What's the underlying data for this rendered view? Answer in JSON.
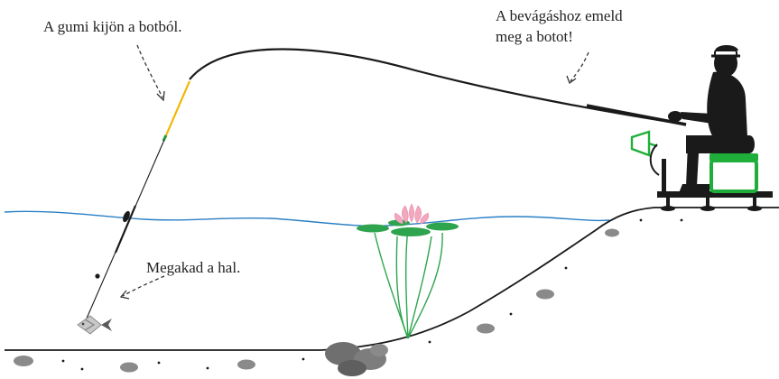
{
  "annotations": {
    "gumi": "A gumi kijön a botból.",
    "bevagas_line1": "A bevágáshoz emeld",
    "bevagas_line2": "meg a botot!",
    "megakad": "Megakad a hal."
  },
  "colors": {
    "water": "#2a7fc4",
    "ground": "#1a1a1a",
    "rod": "#1a1a1a",
    "elastic": "#f2b705",
    "float_tip": "#1f9a3a",
    "plant_stem": "#2ea44f",
    "lily_pad": "#2ea44f",
    "lily_flower": "#f2a8bf",
    "seat_box": "#1fae3a",
    "angler": "#1a1a1a",
    "stone": "#8a8a8a",
    "fish": "#9a9a9a"
  }
}
